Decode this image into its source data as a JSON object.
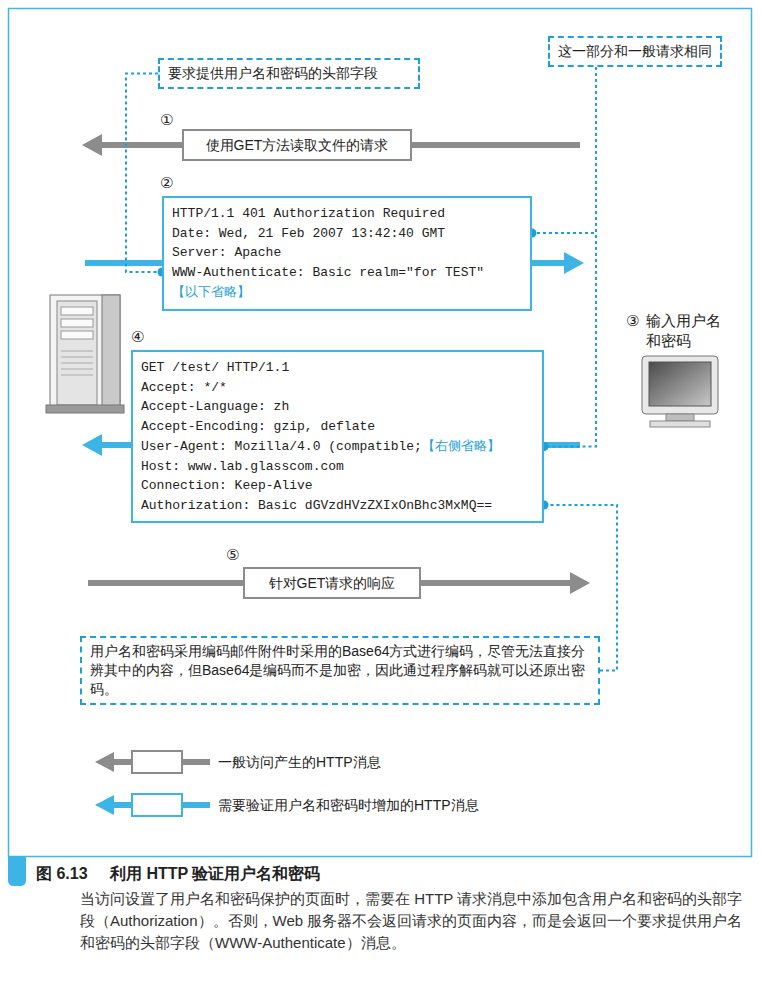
{
  "diagram": {
    "title": "利用 HTTP 验证用户名和密码",
    "caption": "当访问设置了用户名和密码保护的页面时，需要在 HTTP 请求消息中添加包含用户名和密码的头部字段（Authorization）。否则，Web 服务器不会返回请求的页面内容，而是会返回一个要求提供用户名和密码的头部字段（WWW-Authenticate）消息。",
    "nodes": [
      {
        "text": [
          "要求提供用户名和密码的头部字段"
        ]
      },
      {
        "text": [
          "这一部分和一般请求相同"
        ]
      },
      {
        "text": [
          "使用GET方法读取文件的请求"
        ]
      },
      {
        "text": [
          "HTTP/1.1 401 Authorization Required",
          "Date: Wed, 21 Feb 2007 13:42:40 GMT",
          "Server: Apache",
          "WWW-Authenticate: Basic realm=\"for TEST\"",
          "【以下省略】"
        ]
      },
      {
        "text": [
          "GET /test/ HTTP/1.1",
          "Accept: */*",
          "Accept-Language: zh",
          "Accept-Encoding: gzip, deflate",
          "User-Agent: Mozilla/4.0 (compatible;",
          "【右侧省略】",
          "Host: www.lab.glasscom.com",
          "Connection: Keep-Alive",
          "Authorization: Basic dGVzdHVzZXIxOnBhc3MxMQ=="
        ]
      },
      {
        "text": [
          "针对GET请求的响应"
        ]
      },
      {
        "text": [
          "用户名和密码采用编码邮件附件时采用的Base64方式进行编码，尽管无法直接分辨其中的内容，但Base64是编码而不是加密，因此通过程序解码就可以还原出密码。"
        ]
      }
    ],
    "edges": [
      {
        "from": 0,
        "to": 3,
        "arrow": "none"
      },
      {
        "from": 1,
        "to": 3,
        "arrow": "none"
      },
      {
        "from": 1,
        "to": 4,
        "arrow": "none"
      },
      {
        "from": 6,
        "to": 4,
        "arrow": "none"
      }
    ],
    "labels": [
      "图 6.13",
      "①",
      "②",
      "③",
      "输入用户名和密码",
      "④",
      "⑤"
    ],
    "legend": [
      {
        "text": "一般访问产生的HTTP消息"
      },
      {
        "text": "需要验证用户名和密码时增加的HTTP消息"
      }
    ]
  }
}
